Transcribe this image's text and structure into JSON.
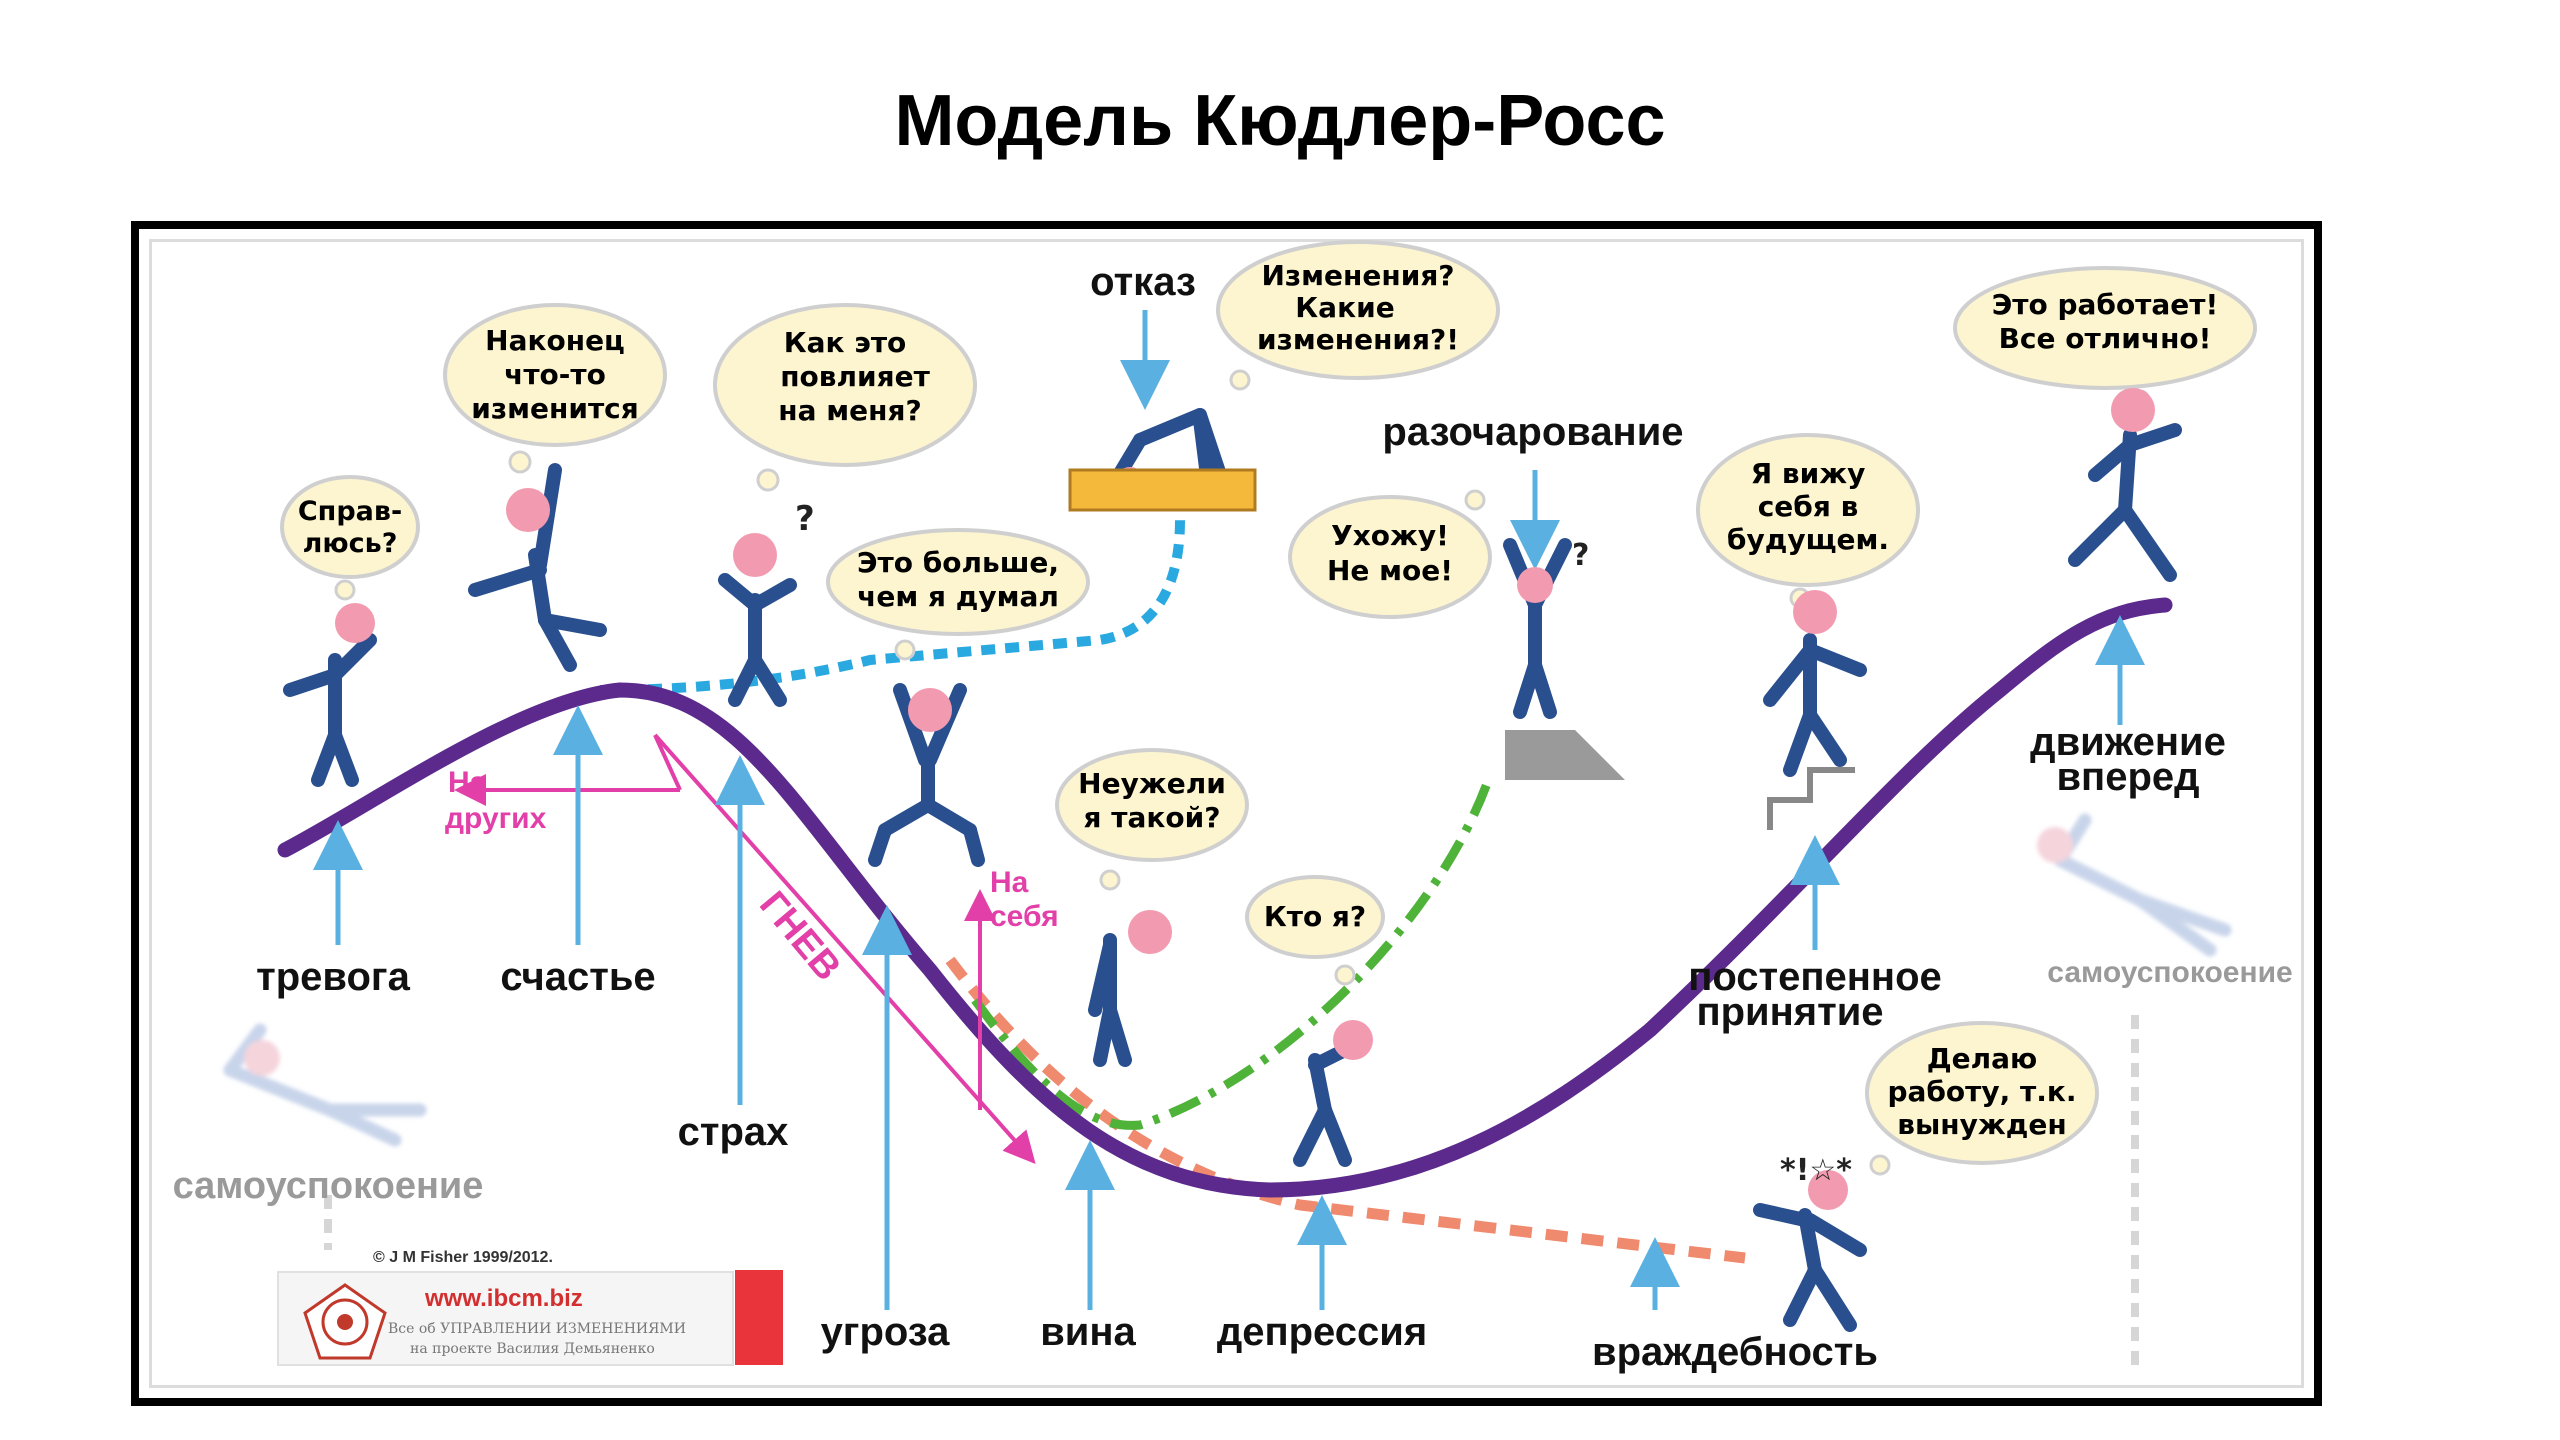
{
  "title": "Модель Кюдлер-Росс",
  "stages": {
    "trevoga": "тревога",
    "schastye": "счастье",
    "strakh": "страх",
    "ugroza": "угроза",
    "vina": "вина",
    "depressiya": "депрессия",
    "vrazhdebnost": "враждебность",
    "postepennoe_1": "постепенное",
    "postepennoe_2": "принятие",
    "dvizhenie_1": "движение",
    "dvizhenie_2": "вперед",
    "otkaz": "отказ",
    "razocharovanie": "разочарование",
    "samouspokoenie_left": "самоуспокоение",
    "samouspokoenie_right": "самоуспокоение",
    "na_drugikh_1": "На",
    "na_drugikh_2": "других",
    "na_sebya_1": "На",
    "na_sebya_2": "себя",
    "gnev": "ГНЕВ"
  },
  "bubbles": {
    "b1": [
      "Справ-",
      "люсь?"
    ],
    "b2": [
      "Наконец",
      "что-то",
      "изменится"
    ],
    "b3": [
      "Как это",
      "повлияет",
      "на меня?"
    ],
    "b4": [
      "Это больше,",
      "чем я думал"
    ],
    "b5": [
      "Изменения?",
      "Какие",
      "изменения?!"
    ],
    "b6": [
      "Ухожу!",
      "Не мое!"
    ],
    "b7": [
      "Я вижу",
      "себя в",
      "будущем."
    ],
    "b8": [
      "Это работает!",
      "Все отлично!"
    ],
    "b9": [
      "Неужели",
      "я такой?"
    ],
    "b10": [
      "Кто я?"
    ],
    "b11": [
      "Делаю",
      "работу, т.к.",
      "вынужден"
    ]
  },
  "footer": {
    "copyright": "© J M Fisher 1999/2012.",
    "site": "www.ibcm.biz",
    "site_sub1": "Все об УПРАВЛЕНИИ ИЗМЕНЕНИЯМИ",
    "site_sub2": "на проекте Василия Демьяненко"
  },
  "colors": {
    "curve": "#5b2a8c",
    "arrow": "#5ab0e0",
    "anger": "#e23fa8",
    "dotted_blue": "#2aa8e0",
    "dash_green": "#4fb33a",
    "dash_salmon": "#ef8a6e",
    "figure": "#2a4f8f",
    "head": "#f29bb0",
    "logo_red": "#e8343a"
  }
}
